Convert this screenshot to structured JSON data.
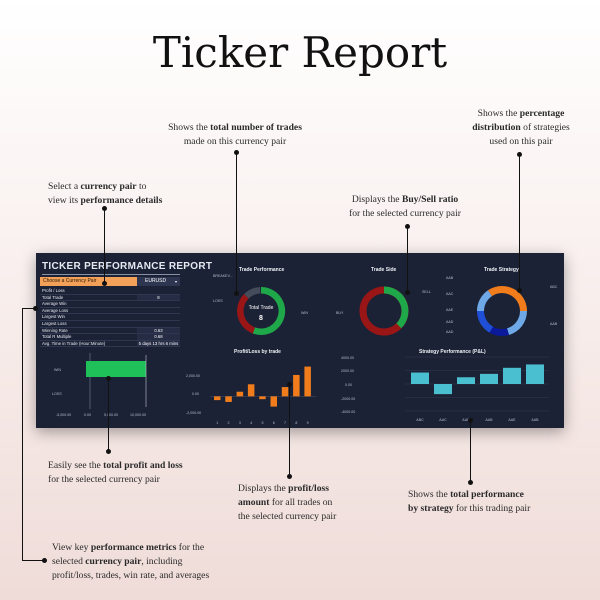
{
  "page_title": "Ticker Report",
  "annotations": {
    "currency_pair": {
      "pre": "Select a ",
      "b1": "currency pair",
      "mid": " to",
      "line2pre": "view its ",
      "b2": "performance details"
    },
    "total_trades": {
      "pre": "Shows the ",
      "b1": "total number of trades",
      "line2": "made on this currency pair"
    },
    "buy_sell": {
      "pre": "Displays the ",
      "b1": "Buy/Sell ratio",
      "line2": "for the selected currency pair"
    },
    "strategy_pct": {
      "pre": "Shows the ",
      "b1": "percentage",
      "b2": "distribution",
      "mid": " of strategies",
      "line3": "used on this pair"
    },
    "profit_loss": {
      "pre": "Easily see the ",
      "b1": "total profit and loss",
      "line2": "for the selected currency pair"
    },
    "pl_by_trade": {
      "pre": "Displays the ",
      "b1": "profit/loss",
      "b2": "amount",
      "line2tail": " for all trades on",
      "line3": "the selected currency pair"
    },
    "strategy_perf": {
      "pre": "Shows the ",
      "b1": "total performance",
      "b2": "by strategy",
      "tail": " for this trading pair"
    },
    "metrics": {
      "pre": "View key ",
      "b1": "performance metrics",
      "tail1": " for the",
      "line2pre": "selected ",
      "b2": "currency pair",
      "tail2": ", including",
      "line3": "profit/loss, trades, win rate, and averages"
    }
  },
  "dashboard": {
    "title": "TICKER PERFORMANCE REPORT",
    "selector": {
      "label": "Choose a Currency Pair",
      "value": "EURUSD",
      "arrow": "▾"
    },
    "metrics": [
      {
        "k": "Profit / Loss",
        "v": ""
      },
      {
        "k": "Total Trade",
        "v": "8"
      },
      {
        "k": "Average Win",
        "v": ""
      },
      {
        "k": "Average Loss",
        "v": ""
      },
      {
        "k": "Largest Win",
        "v": ""
      },
      {
        "k": "Largest Loss",
        "v": ""
      },
      {
        "k": "Winning Rate",
        "v": "0.63"
      },
      {
        "k": "Total R Multiple",
        "v": "0.68"
      },
      {
        "k": "Avg. Time in Trade (Hour:Minute)",
        "v": "5 days 13 hrs 6 mins"
      }
    ],
    "trade_performance": {
      "title": "Trade Performance",
      "center_label": "Total Trade",
      "center_value": "8",
      "labels": [
        {
          "t": "BREAKEV..."
        },
        {
          "t": "LOSS"
        },
        {
          "t": "WIN"
        }
      ],
      "colors": {
        "win": "#1fa84a",
        "loss": "#9a1616",
        "even": "#3a3a3a"
      }
    },
    "trade_side": {
      "title": "Trade Side",
      "labels": [
        {
          "t": "SELL"
        },
        {
          "t": "BUY"
        }
      ],
      "colors": {
        "sell": "#1fa84a",
        "buy": "#9a1616"
      }
    },
    "trade_strategy": {
      "title": "Trade Strategy",
      "labels": [
        "AAB",
        "AAC",
        "AAE",
        "AAD",
        "AAD",
        "ABC",
        "AAB"
      ],
      "colors": {
        "orange": "#f07c1c",
        "blue": "#1f4fd6",
        "light": "#6fa8e6",
        "dark": "#0a1a9a"
      }
    },
    "profit_loss_box": {
      "y_labels": [
        "WIN",
        "LOSS"
      ],
      "x_labels": [
        "-5,000.00",
        "0.00",
        "5,000.00",
        "10,000.00"
      ],
      "win_color": "#1fbf5a"
    },
    "pl_by_trade": {
      "title": "Profit/Loss by trade",
      "y_labels": [
        "2,000.00",
        "0.00",
        "-2,000.00"
      ],
      "x_labels": [
        "1",
        "2",
        "3",
        "4",
        "5",
        "6",
        "7",
        "8",
        "9"
      ],
      "color": "#f07c1c"
    },
    "strategy_perf": {
      "title": "Strategy Performance (P&L)",
      "y_labels": [
        "4000.00",
        "2000.00",
        "0.00",
        "-2000.00",
        "-4000.00"
      ],
      "x_labels": [
        "ABC",
        "AAC",
        "AAD",
        "AAB",
        "AAE",
        "AAB"
      ],
      "color": "#49bfcf"
    }
  },
  "chart_data": [
    {
      "type": "bar",
      "title": "Profit/Loss by trade",
      "categories": [
        "1",
        "2",
        "3",
        "4",
        "5",
        "6",
        "7",
        "8",
        "9"
      ],
      "values": [
        -400,
        -600,
        500,
        1300,
        -300,
        -1100,
        1000,
        2300,
        3200
      ],
      "ylim": [
        -2000,
        3800
      ]
    },
    {
      "type": "bar",
      "title": "Strategy Performance (P&L)",
      "categories": [
        "ABC",
        "AAC",
        "AAD",
        "AAB",
        "AAE",
        "AAB"
      ],
      "series": [
        {
          "values": [
            [
              0,
              1700
            ],
            [
              -1500,
              0
            ],
            [
              0,
              1000
            ],
            [
              0,
              1500
            ],
            [
              0,
              2400
            ],
            [
              0,
              2900
            ]
          ]
        }
      ],
      "ylim": [
        -4000,
        4000
      ]
    }
  ]
}
